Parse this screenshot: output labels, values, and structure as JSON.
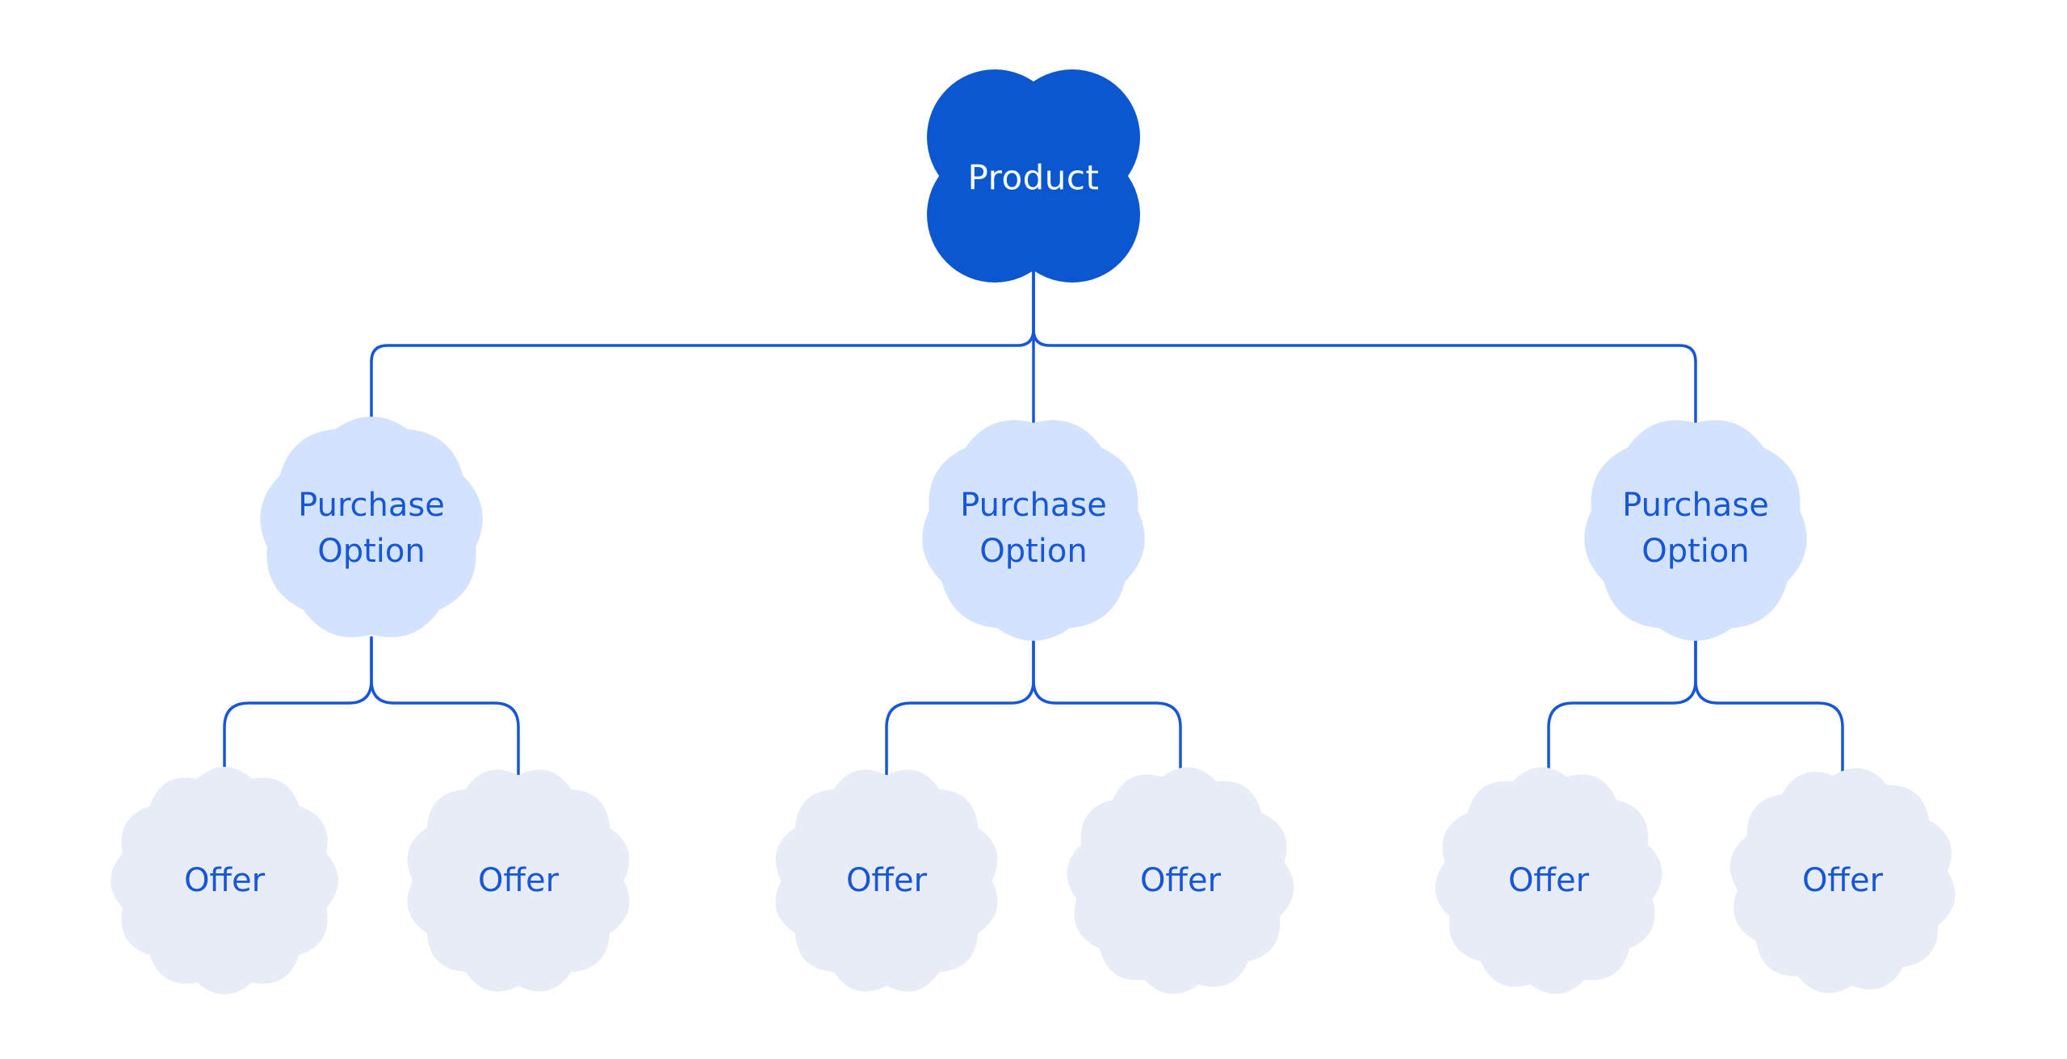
{
  "diagram": {
    "root": {
      "label": "Product"
    },
    "purchase_options": [
      {
        "label": "Purchase\nOption"
      },
      {
        "label": "Purchase\nOption"
      },
      {
        "label": "Purchase\nOption"
      }
    ],
    "offers": [
      {
        "label": "Offer"
      },
      {
        "label": "Offer"
      },
      {
        "label": "Offer"
      },
      {
        "label": "Offer"
      },
      {
        "label": "Offer"
      },
      {
        "label": "Offer"
      }
    ],
    "colors": {
      "background": "#ffffff",
      "root_fill": "#0b57d0",
      "root_text": "#ffffff",
      "purchase_fill": "#d3e3fd",
      "offer_fill": "#e8ecf7",
      "label_text": "#1656d9",
      "connector": "#1656d9"
    }
  }
}
